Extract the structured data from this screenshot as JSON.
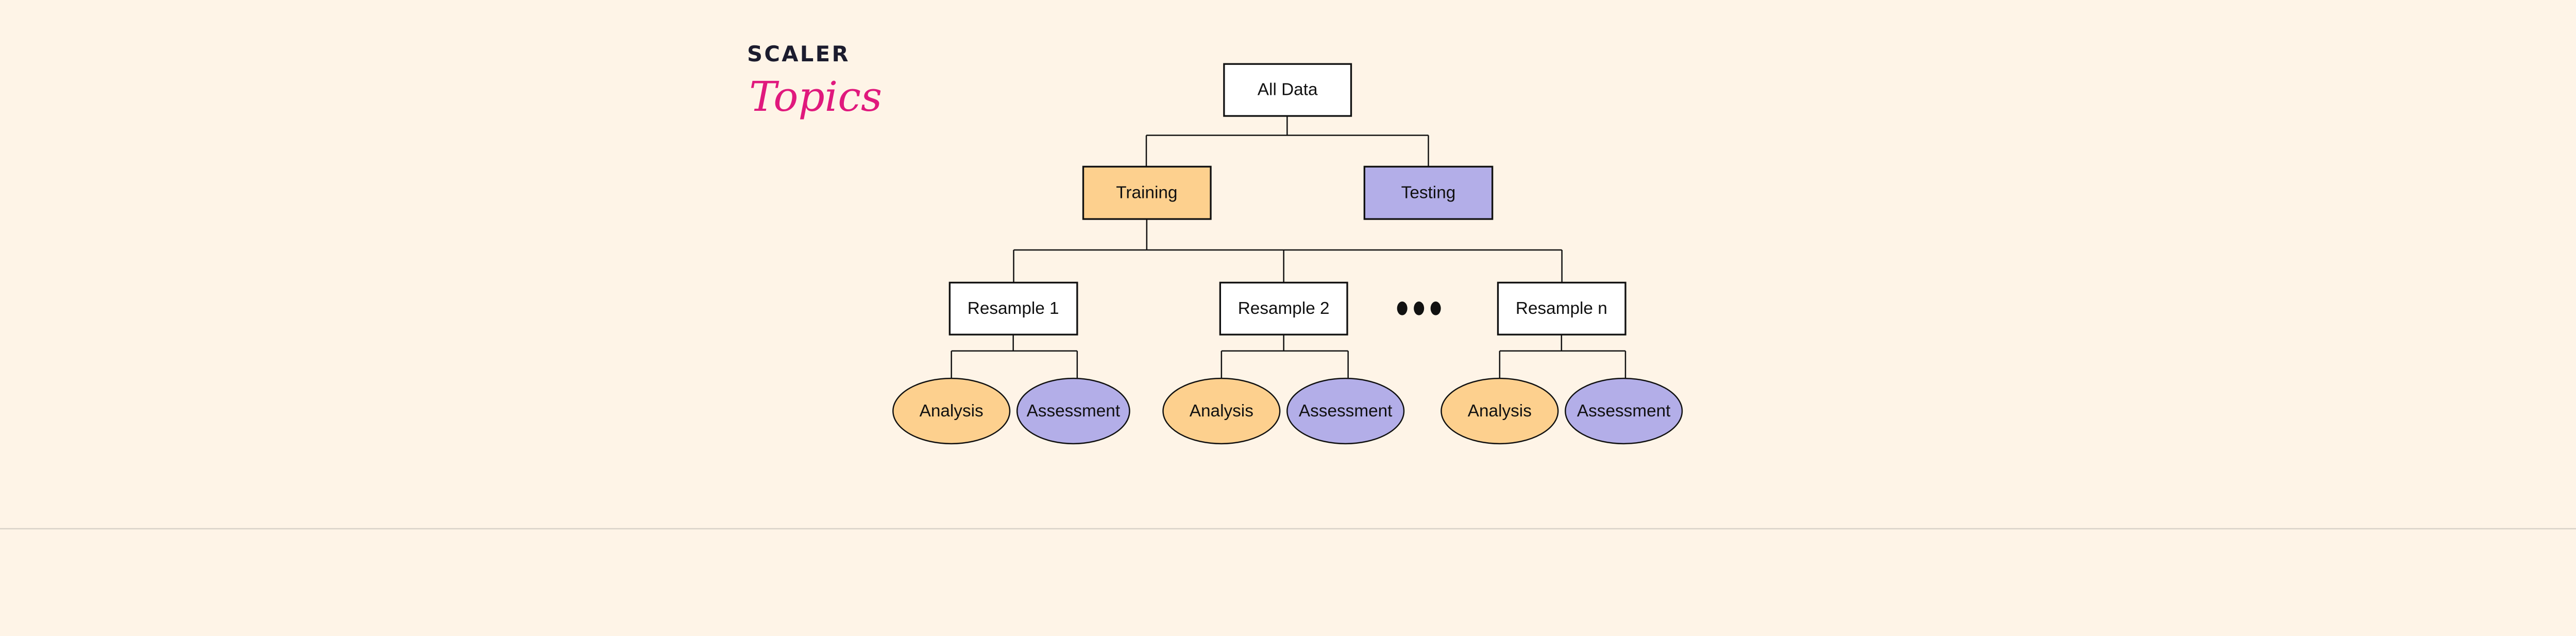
{
  "logo": {
    "line1": "SCALER",
    "line2": "Topics"
  },
  "colors": {
    "background": "#fef4e7",
    "training": "#fdd08e",
    "testing": "#b3aee8",
    "analysis": "#fdd08e",
    "assessment": "#b3aee8",
    "plain": "#ffffff",
    "brand_pink": "#e0197d"
  },
  "root": {
    "label": "All Data"
  },
  "split": [
    {
      "label": "Training"
    },
    {
      "label": "Testing"
    }
  ],
  "resamples": [
    {
      "label": "Resample 1",
      "children": [
        "Analysis",
        "Assessment"
      ]
    },
    {
      "label": "Resample 2",
      "children": [
        "Analysis",
        "Assessment"
      ]
    },
    {
      "label": "Resample n",
      "children": [
        "Analysis",
        "Assessment"
      ]
    }
  ],
  "ellipsis": "•••"
}
